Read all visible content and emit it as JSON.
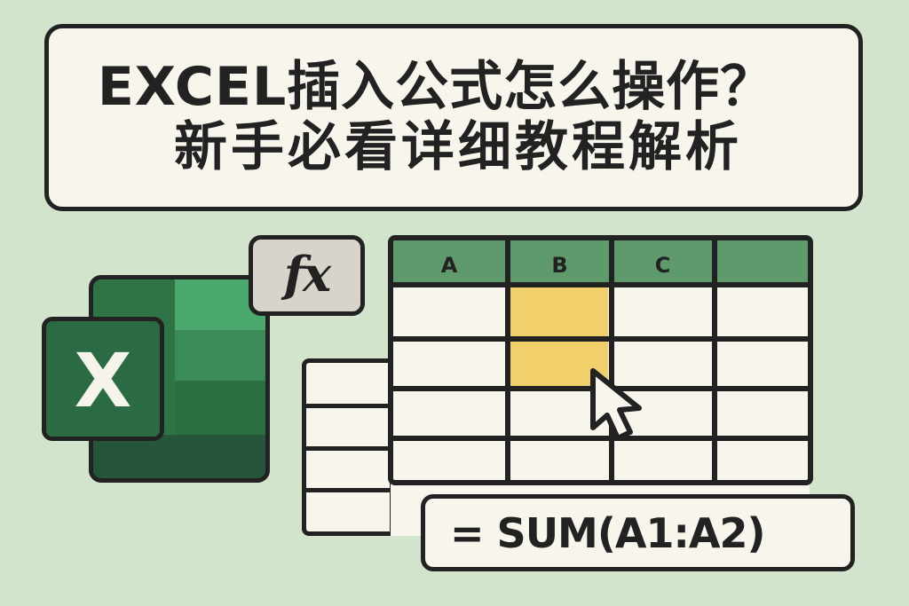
{
  "title": {
    "line1": "EXCEL插入公式怎么操作？",
    "line2": "新手必看详细教程解析"
  },
  "icons": {
    "excel_logo_letter": "X",
    "function_badge": "fx",
    "cursor": "mouse-pointer-icon"
  },
  "spreadsheet": {
    "columns": [
      "A",
      "B",
      "C",
      ""
    ],
    "rows": 4,
    "highlighted_cells": [
      "B1",
      "B2"
    ]
  },
  "formula": "= SUM(A1:A2)",
  "colors": {
    "background": "#d3e4cc",
    "card": "#f8f5ec",
    "outline": "#222222",
    "header_green": "#5e9a6c",
    "highlight_yellow": "#f1cf6b",
    "excel_green": "#2a6b44"
  }
}
